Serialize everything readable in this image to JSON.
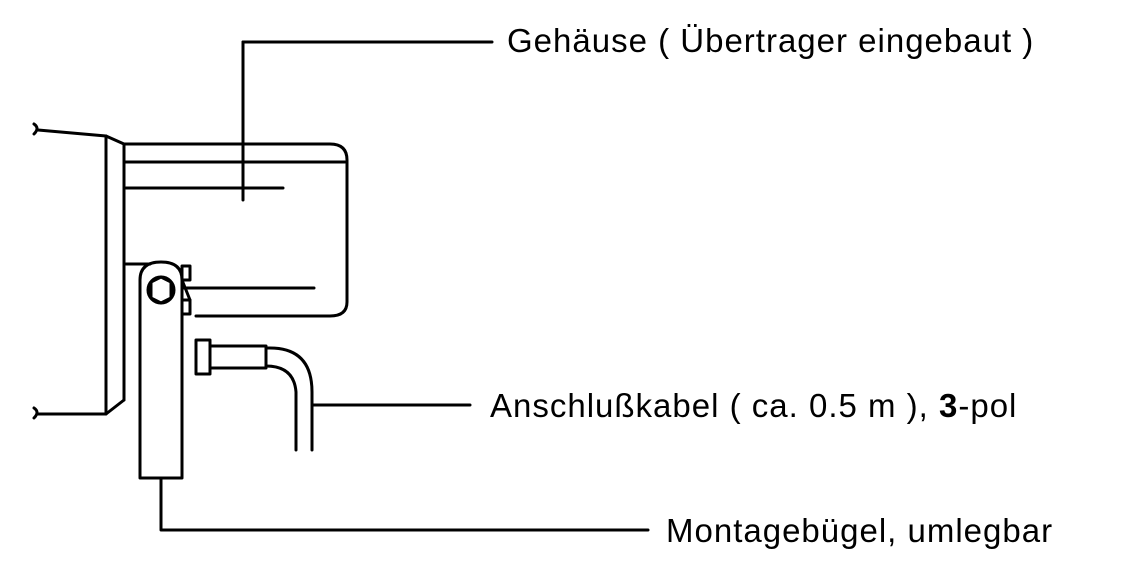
{
  "labels": {
    "housing": "Gehäuse ( Übertrager eingebaut )",
    "cable_text": "Anschlußkabel ( ca. 0.5 m ), ",
    "cable_poles": "3",
    "cable_suffix": "-pol",
    "bracket": "Montagebügel, umlegbar"
  },
  "colors": {
    "line": "#000000",
    "background": "#ffffff"
  }
}
